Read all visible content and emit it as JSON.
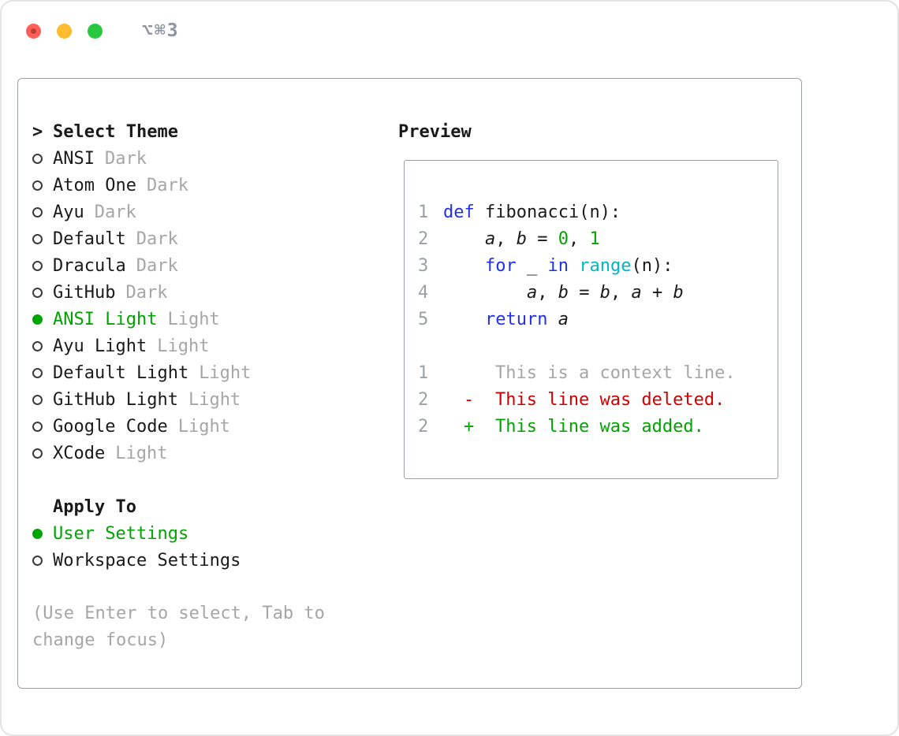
{
  "window": {
    "title": "⌥⌘3"
  },
  "theme_list": {
    "prompt": ">",
    "title": "Select Theme",
    "items": [
      {
        "name": "ANSI",
        "variant": "Dark",
        "selected": false
      },
      {
        "name": "Atom One",
        "variant": "Dark",
        "selected": false
      },
      {
        "name": "Ayu",
        "variant": "Dark",
        "selected": false
      },
      {
        "name": "Default",
        "variant": "Dark",
        "selected": false
      },
      {
        "name": "Dracula",
        "variant": "Dark",
        "selected": false
      },
      {
        "name": "GitHub",
        "variant": "Dark",
        "selected": false
      },
      {
        "name": "ANSI Light",
        "variant": "Light",
        "selected": true
      },
      {
        "name": "Ayu Light",
        "variant": "Light",
        "selected": false
      },
      {
        "name": "Default Light",
        "variant": "Light",
        "selected": false
      },
      {
        "name": "GitHub Light",
        "variant": "Light",
        "selected": false
      },
      {
        "name": "Google Code",
        "variant": "Light",
        "selected": false
      },
      {
        "name": "XCode",
        "variant": "Light",
        "selected": false
      }
    ]
  },
  "apply_to": {
    "title": "Apply To",
    "options": [
      {
        "label": "User Settings",
        "selected": true
      },
      {
        "label": "Workspace Settings",
        "selected": false
      }
    ]
  },
  "hint": "(Use Enter to select, Tab to change focus)",
  "preview": {
    "title": "Preview",
    "code": [
      {
        "num": "1",
        "tokens": [
          "def",
          " fibonacci(n):"
        ]
      },
      {
        "num": "2",
        "tokens": [
          "    ",
          "a",
          ", ",
          "b",
          " = ",
          "0",
          ", ",
          "1"
        ]
      },
      {
        "num": "3",
        "tokens": [
          "    ",
          "for",
          " _ ",
          "in",
          " ",
          "range",
          "(n):"
        ]
      },
      {
        "num": "4",
        "tokens": [
          "        ",
          "a",
          ", ",
          "b",
          " = ",
          "b",
          ", ",
          "a",
          " + ",
          "b"
        ]
      },
      {
        "num": "5",
        "tokens": [
          "    ",
          "return",
          " ",
          "a"
        ]
      }
    ],
    "diff": [
      {
        "num": "1",
        "marker": "",
        "text": "This is a context line."
      },
      {
        "num": "2",
        "marker": "-",
        "text": "This line was deleted."
      },
      {
        "num": "2",
        "marker": "+",
        "text": "This line was added."
      }
    ]
  },
  "colors": {
    "keyword": "#2030e8",
    "function": "#00b7c7",
    "literal": "#00a400",
    "selected": "#00a400",
    "added": "#00a400",
    "deleted": "#d00000",
    "muted": "#a6a6a6",
    "line_number": "#9aa0a6",
    "border": "#9aa0a6",
    "traffic_red": "#ff5f57",
    "traffic_yellow": "#febc2e",
    "traffic_green": "#28c840"
  }
}
